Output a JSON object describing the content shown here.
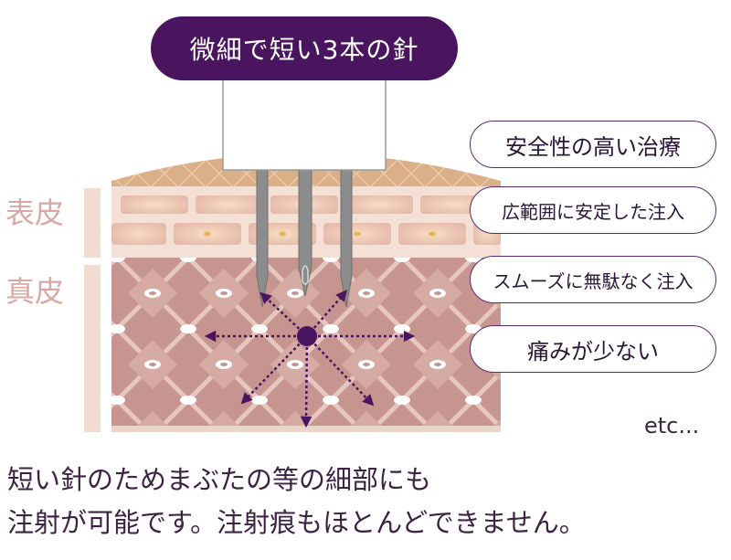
{
  "title": "微細で短い3本の針",
  "layers": {
    "epidermis": "表皮",
    "dermis": "真皮"
  },
  "benefits": [
    "安全性の高い治療",
    "広範囲に安定した注入",
    "スムーズに無駄なく注入",
    "痛みが少ない"
  ],
  "etc": "etc...",
  "caption": {
    "line1": "短い針のためまぶたの等の細部にも",
    "line2": "注射が可能です。注射痕もほとんどできません。"
  },
  "colors": {
    "title_bg": "#4a155e",
    "label": "#d8a9a6",
    "arrow": "#4a155e",
    "dermis": "#c99c97",
    "epidermis": "#ead1c4"
  }
}
